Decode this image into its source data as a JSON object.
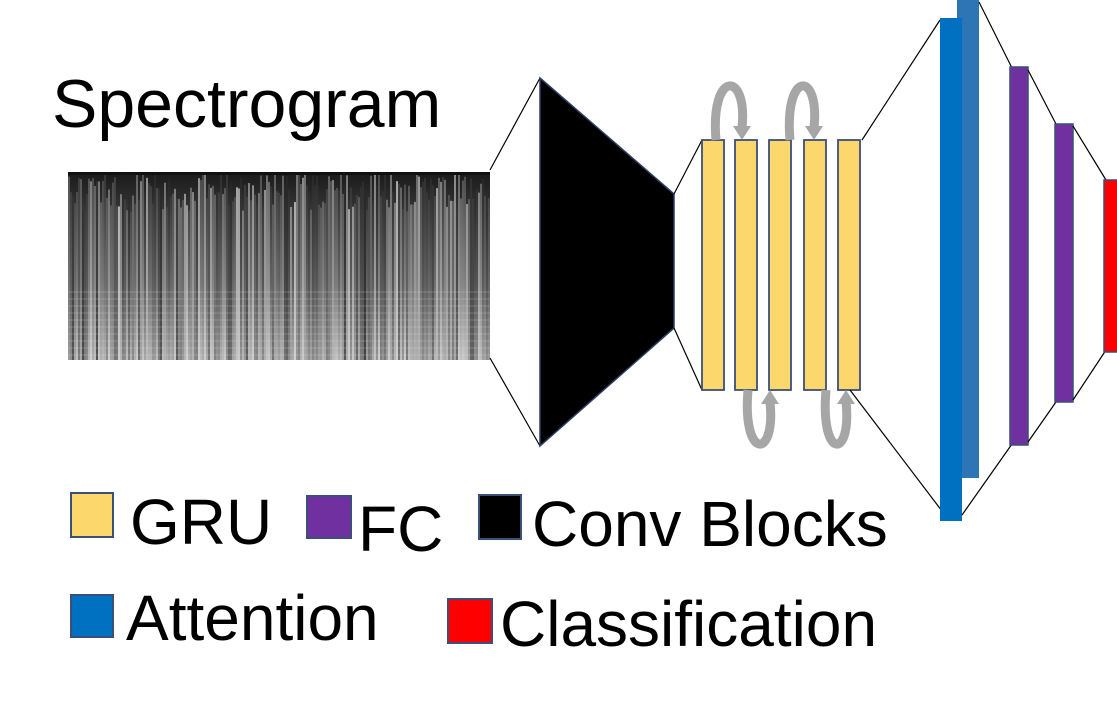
{
  "title": "Spectrogram",
  "legend": [
    {
      "key": "gru",
      "label": "GRU",
      "color": "#FCD86C"
    },
    {
      "key": "fc",
      "label": "FC",
      "color": "#7030A0"
    },
    {
      "key": "conv",
      "label": "Conv Blocks",
      "color": "#000000"
    },
    {
      "key": "attention",
      "label": "Attention",
      "color": "#0070C0"
    },
    {
      "key": "classification",
      "label": "Classification",
      "color": "#FF0000"
    }
  ],
  "colors": {
    "gru": "#FCD86C",
    "gru_border": "#3a4f7a",
    "fc": "#7030A0",
    "conv": "#000000",
    "attention": "#0070C0",
    "attention_secondary": "#2E75B6",
    "classification": "#FF0000",
    "recurrent_arrow": "#A6A6A6",
    "connector": "#000000"
  },
  "icons": {
    "spectrogram": "spectrogram-image",
    "recurrence": "loop-arrow-icon"
  }
}
